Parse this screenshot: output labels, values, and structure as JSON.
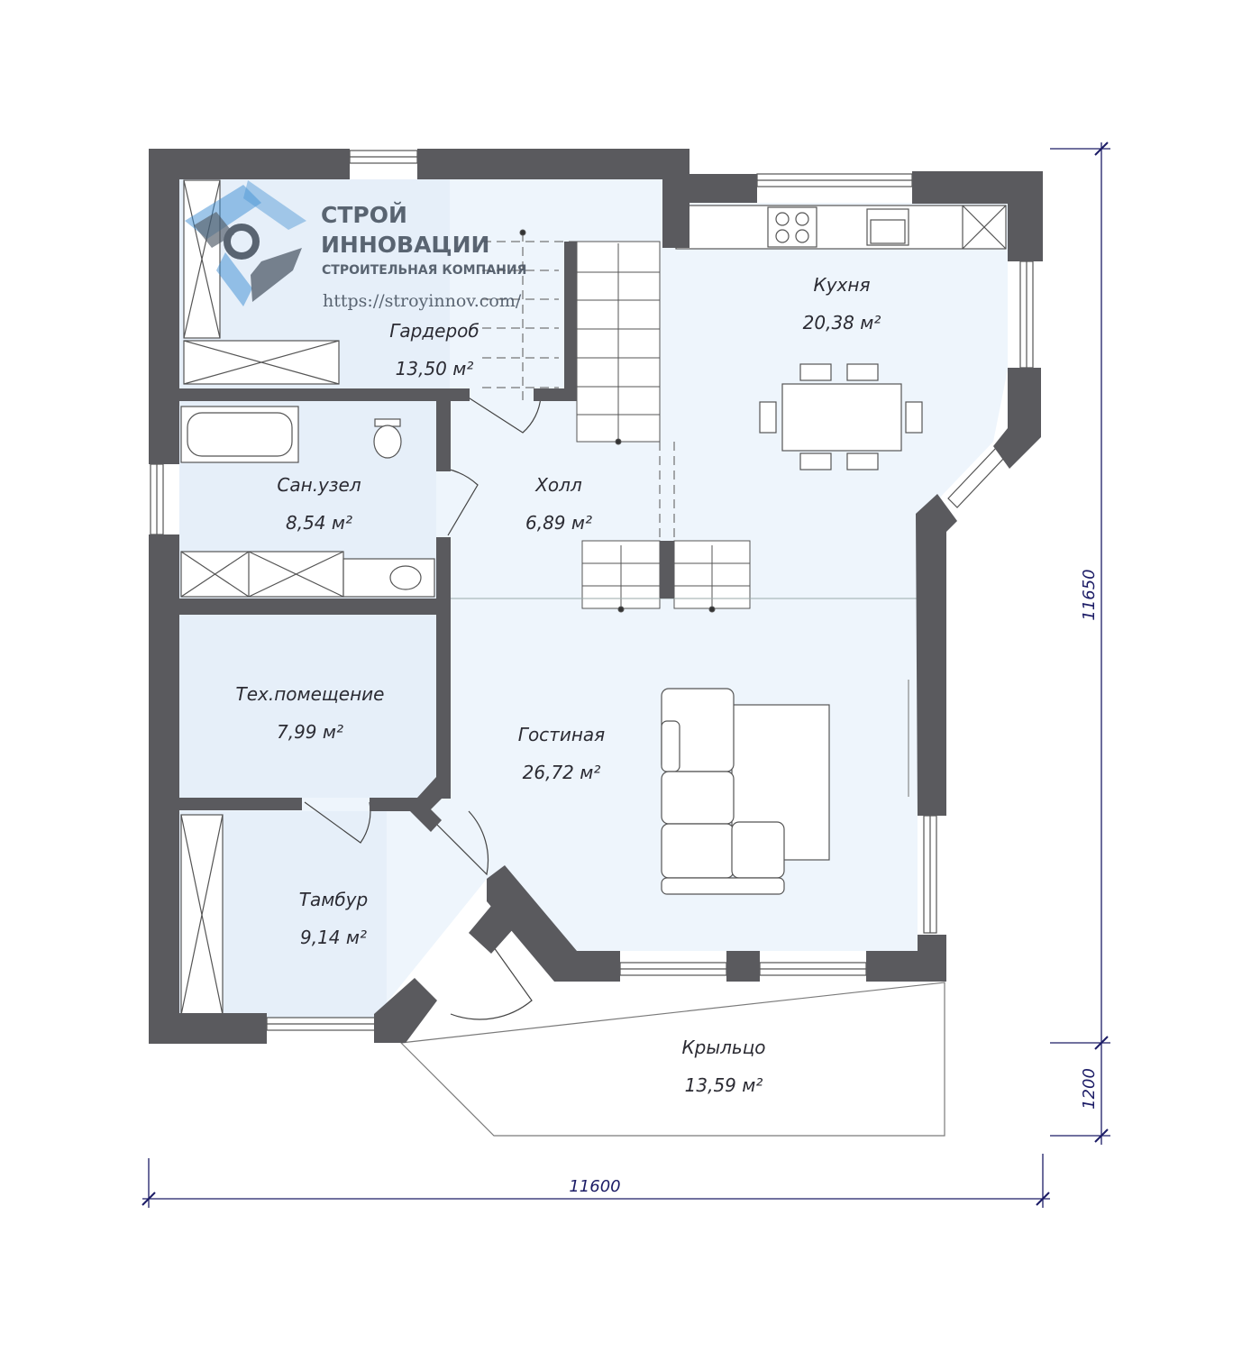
{
  "colors": {
    "wall": "#5a5a5e",
    "floor": "#eef5fc",
    "floor_alt": "#e6eff9",
    "dimension": "#1c1c66",
    "logo_blue": "#3a8cd1",
    "logo_gray": "#4a5563"
  },
  "logo": {
    "line1": "СТРОЙ",
    "line2": "ИННОВАЦИИ",
    "line3": "СТРОИТЕЛЬНАЯ КОМПАНИЯ",
    "url": "https://stroyinnov.com/"
  },
  "rooms": {
    "garderob": {
      "name": "Гардероб",
      "area": "13,50 м²"
    },
    "kitchen": {
      "name": "Кухня",
      "area": "20,38 м²"
    },
    "bathroom": {
      "name": "Сан.узел",
      "area": "8,54 м²"
    },
    "hall": {
      "name": "Холл",
      "area": "6,89 м²"
    },
    "tech": {
      "name": "Тех.помещение",
      "area": "7,99 м²"
    },
    "living": {
      "name": "Гостиная",
      "area": "26,72 м²"
    },
    "vestibule": {
      "name": "Тамбур",
      "area": "9,14 м²"
    },
    "porch": {
      "name": "Крыльцо",
      "area": "13,59 м²"
    }
  },
  "dimensions": {
    "width": "11600",
    "height": "11650",
    "porch": "1200"
  }
}
